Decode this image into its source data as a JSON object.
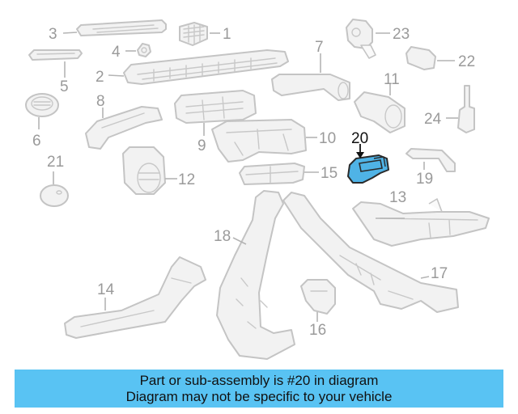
{
  "diagram": {
    "highlighted_part": "20",
    "highlight_color": "#4fb3e6",
    "callouts": [
      "1",
      "2",
      "3",
      "4",
      "5",
      "6",
      "7",
      "8",
      "9",
      "10",
      "11",
      "12",
      "13",
      "14",
      "15",
      "16",
      "17",
      "18",
      "19",
      "20",
      "21",
      "22",
      "23",
      "24"
    ]
  },
  "banner": {
    "line1": "Part or sub-assembly is #20 in diagram",
    "line2": "Diagram may not be specific to your vehicle",
    "background": "#59c3f3"
  }
}
